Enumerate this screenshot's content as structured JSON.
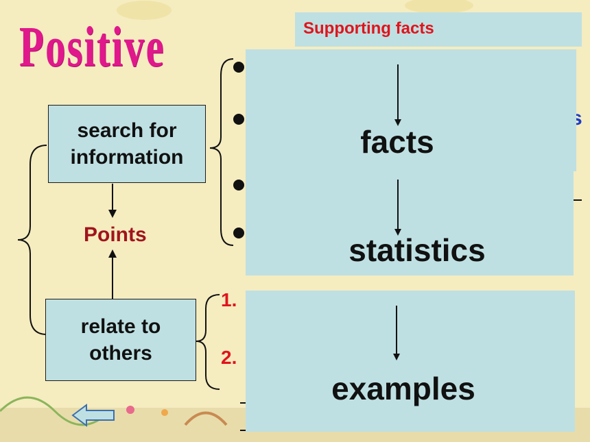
{
  "title": "Positive",
  "header": "Supporting facts",
  "boxes": {
    "search": "search for information",
    "relate": "relate to others"
  },
  "points_label": "Points",
  "panels": {
    "facts": "facts",
    "statistics": "statistics",
    "examples": "examples"
  },
  "numbers": [
    "1.",
    "2."
  ],
  "colors": {
    "title": "#e0188c",
    "header_text": "#e0141c",
    "panel_bg": "#bfe0e2",
    "points": "#a0141c"
  },
  "icons": [
    "back-arrow-icon"
  ]
}
